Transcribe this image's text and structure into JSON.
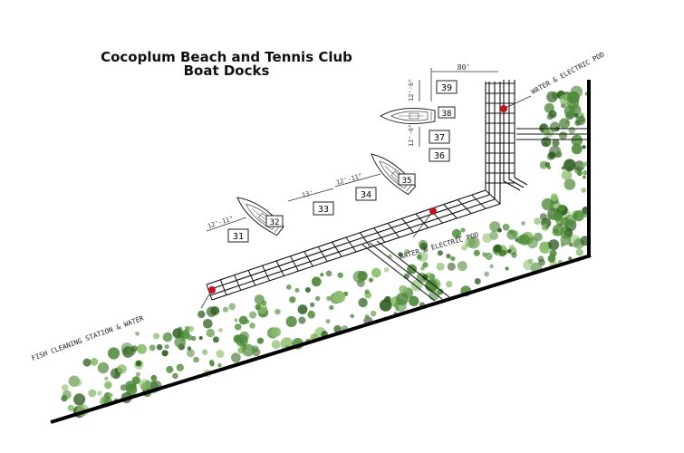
{
  "title": {
    "line1": "Cocoplum Beach and Tennis Club",
    "line2": "Boat Docks"
  },
  "slips": [
    {
      "id": "slip-31",
      "number": "31"
    },
    {
      "id": "slip-32",
      "number": "32"
    },
    {
      "id": "slip-33",
      "number": "33"
    },
    {
      "id": "slip-34",
      "number": "34"
    },
    {
      "id": "slip-35",
      "number": "35"
    },
    {
      "id": "slip-36",
      "number": "36"
    },
    {
      "id": "slip-37",
      "number": "37"
    },
    {
      "id": "slip-38",
      "number": "38"
    },
    {
      "id": "slip-39",
      "number": "39"
    }
  ],
  "labels": {
    "water_electric_pod_lower": "WATER & ELECTRIC POD",
    "water_electric_pod_upper": "WATER & ELECTRIC POD",
    "fish_cleaning": "FISH CLEANING STATION & WATER"
  },
  "dimensions": {
    "top_width": "80'",
    "upper_spacing_1": "12'-6\"",
    "upper_spacing_2": "12'-6\"",
    "lower_spacing_1": "12'-11\"",
    "lower_spacing_2": "13'",
    "lower_spacing_3": "12'-11\""
  },
  "colors": {
    "dock_line": "#111111",
    "pod_marker": "#c0141e",
    "vegetation_dark": "#2f5e22",
    "vegetation_mid": "#4f8a3a",
    "vegetation_light": "#8bbd6b"
  }
}
